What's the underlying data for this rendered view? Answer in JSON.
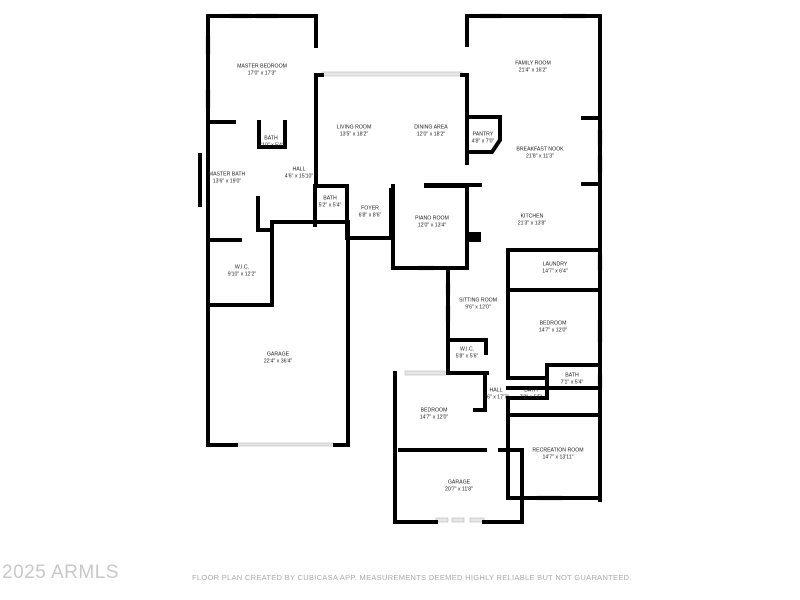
{
  "rooms": [
    {
      "name": "MASTER BEDROOM",
      "size": "17'0\" x 17'3\""
    },
    {
      "name": "LIVING ROOM",
      "size": "13'5\" x 18'2\""
    },
    {
      "name": "DINING AREA",
      "size": "12'0\" x 18'2\""
    },
    {
      "name": "PANTRY",
      "size": "4'8\" x 7'0\""
    },
    {
      "name": "FAMILY ROOM",
      "size": "21'4\" x 16'2\""
    },
    {
      "name": "BREAKFAST NOOK",
      "size": "21'8\" x 11'3\""
    },
    {
      "name": "BATH",
      "size": "3'10\" x 5'4\""
    },
    {
      "name": "MASTER BATH",
      "size": "13'6\" x 19'0\""
    },
    {
      "name": "HALL",
      "size": "4'6\" x 15'10\""
    },
    {
      "name": "BATH",
      "size": "5'2\" x 5'4\""
    },
    {
      "name": "FOYER",
      "size": "6'8\" x 8'6\""
    },
    {
      "name": "PIANO ROOM",
      "size": "12'0\" x 13'4\""
    },
    {
      "name": "KITCHEN",
      "size": "21'3\" x 13'8\""
    },
    {
      "name": "LAUNDRY",
      "size": "14'7\" x 6'4\""
    },
    {
      "name": "W.I.C.",
      "size": "9'10\" x 12'2\""
    },
    {
      "name": "SITTING ROOM",
      "size": "9'6\" x 12'0\""
    },
    {
      "name": "BEDROOM",
      "size": "14'7\" x 12'0\""
    },
    {
      "name": "GARAGE",
      "size": "22'4\" x 36'4\""
    },
    {
      "name": "W.I.C.",
      "size": "5'8\" x 5'6\""
    },
    {
      "name": "BATH",
      "size": "7'1\" x 5'4\""
    },
    {
      "name": "HALL",
      "size": "3'6\" x 17'7\""
    },
    {
      "name": "BATH",
      "size": "7'2\" x 5'5\""
    },
    {
      "name": "BEDROOM",
      "size": "14'7\" x 12'0\""
    },
    {
      "name": "RECREATION ROOM",
      "size": "14'7\" x 13'11\""
    },
    {
      "name": "GARAGE",
      "size": "20'7\" x 11'8\""
    }
  ],
  "watermark": "2025 ARMLS",
  "disclaimer": "FLOOR PLAN CREATED BY CUBICASA APP. MEASUREMENTS DEEMED HIGHLY RELIABLE BUT NOT GUARANTEED."
}
